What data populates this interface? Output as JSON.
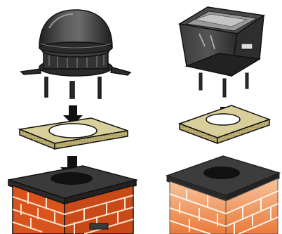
{
  "figure": {
    "left_assembly": {
      "components": [
        "dome-ventilator",
        "insulating-gasket",
        "brick-chimney"
      ]
    },
    "right_assembly": {
      "components": [
        "box-ventilator",
        "insulating-gasket",
        "brick-chimney"
      ]
    }
  },
  "colors": {
    "outline": "#111111",
    "metal_dark": "#2b2b2b",
    "metal_mid": "#4a4a4a",
    "metal_light": "#8a8a8a",
    "gasket_face": "#d8cf9a",
    "gasket_edge": "#b9ac6e",
    "brick": "#d9541c",
    "brick_light": "#f08a4a",
    "brick_faded": "#f3b58a",
    "mortar": "#ffe0c8",
    "cap": "#3a3a3a",
    "arrow": "#111111"
  }
}
